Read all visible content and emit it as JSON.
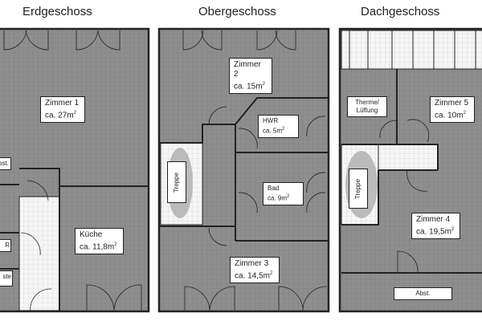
{
  "floors": [
    {
      "title": "Erdgeschoss",
      "rooms": [
        {
          "name": "Zimmer 1",
          "area": "ca. 27m",
          "sup": "2"
        },
        {
          "name": "Küche",
          "area": "ca. 11,8m",
          "sup": "2"
        },
        {
          "name": "bst."
        },
        {
          "name": "R"
        },
        {
          "name": "ste"
        }
      ]
    },
    {
      "title": "Obergeschoss",
      "rooms": [
        {
          "name": "Zimmer 2",
          "area": "ca. 15m",
          "sup": "2"
        },
        {
          "name": "HWR",
          "area": "ca. 5m",
          "sup": "2"
        },
        {
          "name": "Bad",
          "area": "ca. 9m",
          "sup": "2"
        },
        {
          "name": "Zimmer 3",
          "area": "ca. 14,5m",
          "sup": "2"
        },
        {
          "name": "Treppe"
        }
      ]
    },
    {
      "title": "Dachgeschoss",
      "rooms": [
        {
          "name": "Therme/",
          "area": "Lüftung"
        },
        {
          "name": "Zimmer 5",
          "area": "ca. 10m",
          "sup": "2"
        },
        {
          "name": "Zimmer 4",
          "area": "ca. 19,5m",
          "sup": "2"
        },
        {
          "name": "Abst."
        },
        {
          "name": "Treppe"
        }
      ]
    }
  ],
  "colors": {
    "room_fill": "#8c8c8c",
    "hall_fill": "#f4f4f4",
    "wall": "#222222"
  }
}
